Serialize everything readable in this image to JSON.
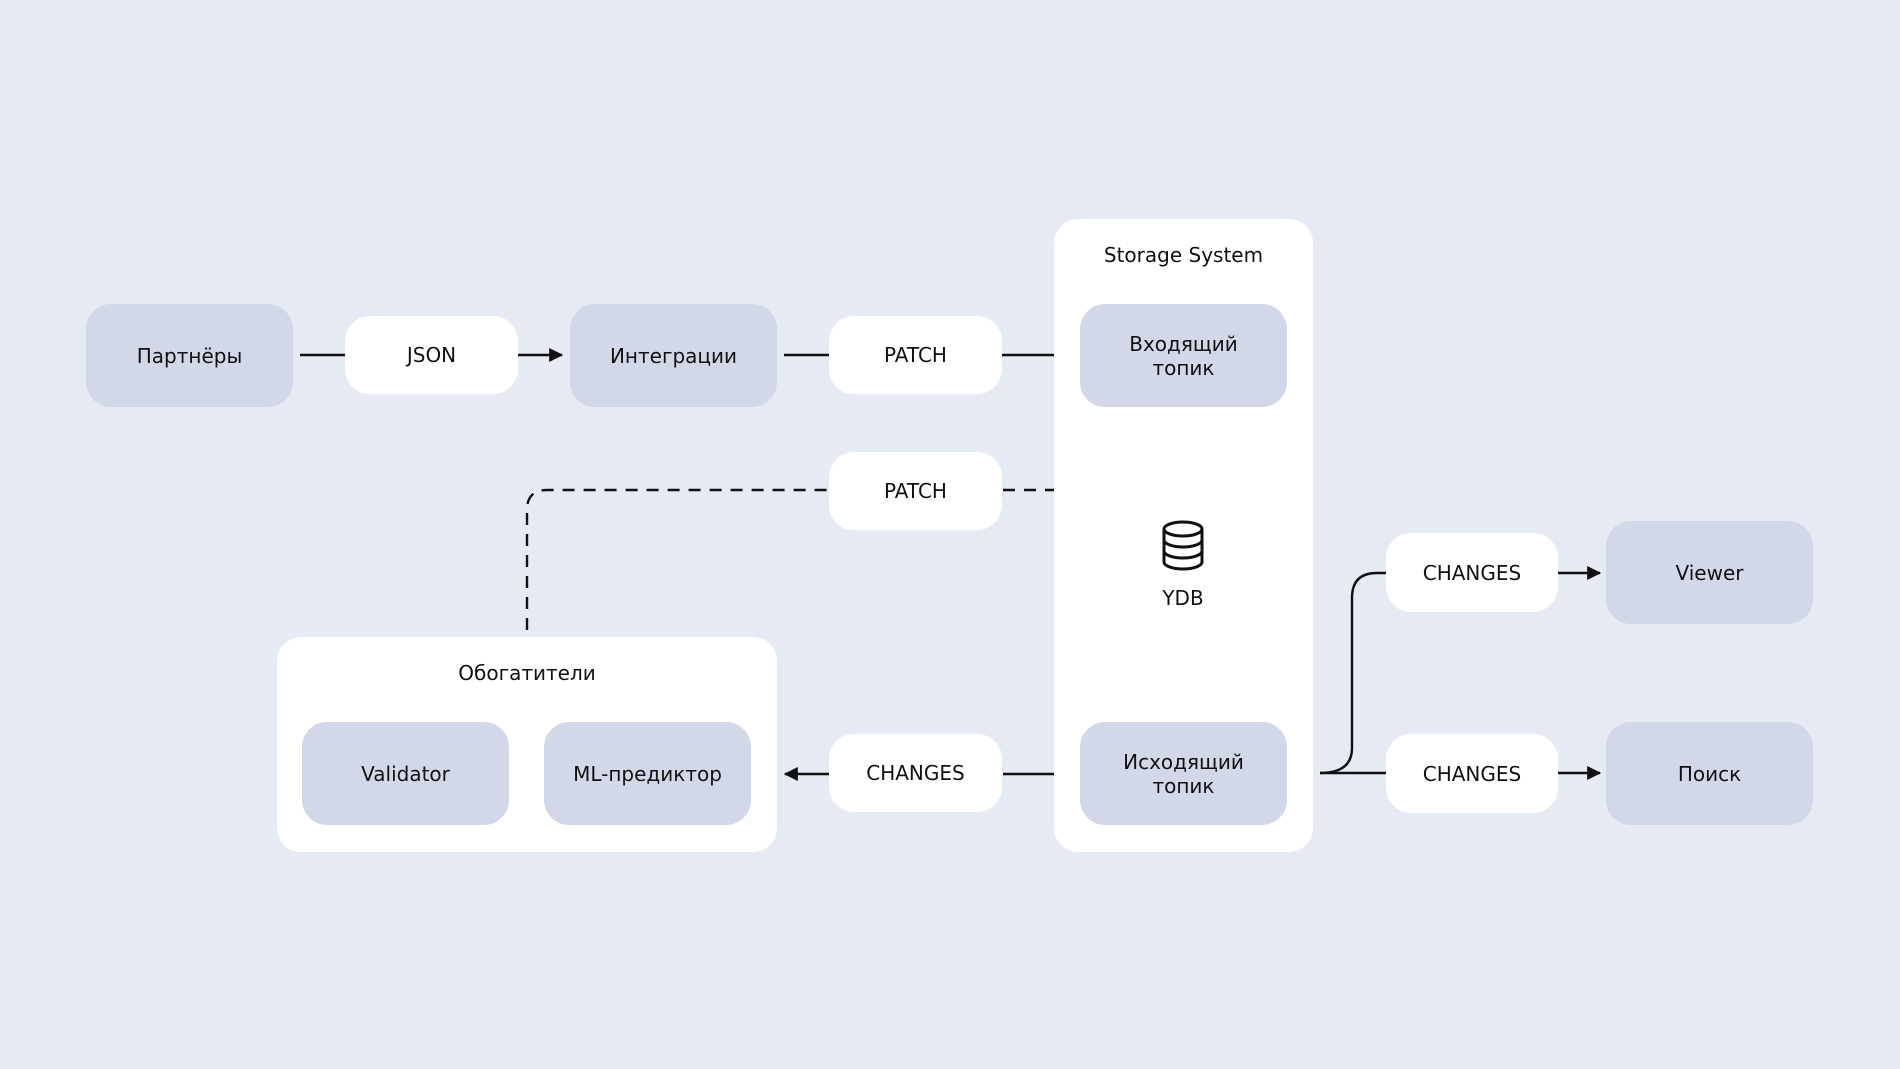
{
  "containers": {
    "storage": "Storage System",
    "enrichers": "Обогатители"
  },
  "nodes": {
    "partners": "Партнёры",
    "integrations": "Интеграции",
    "incoming": "Входящий\nтопик",
    "outgoing": "Исходящий\nтопик",
    "validator": "Validator",
    "ml": "ML-предиктор",
    "viewer": "Viewer",
    "search": "Поиск"
  },
  "labels": {
    "json": "JSON",
    "patch_top": "PATCH",
    "patch_middle": "PATCH",
    "changes_left": "CHANGES",
    "changes_viewer": "CHANGES",
    "changes_search": "CHANGES"
  },
  "db": {
    "icon": "database-icon",
    "label": "YDB"
  },
  "colors": {
    "background": "#e6eaf3",
    "node": "#d2d8e8",
    "label": "#ffffff",
    "line": "#111111"
  }
}
